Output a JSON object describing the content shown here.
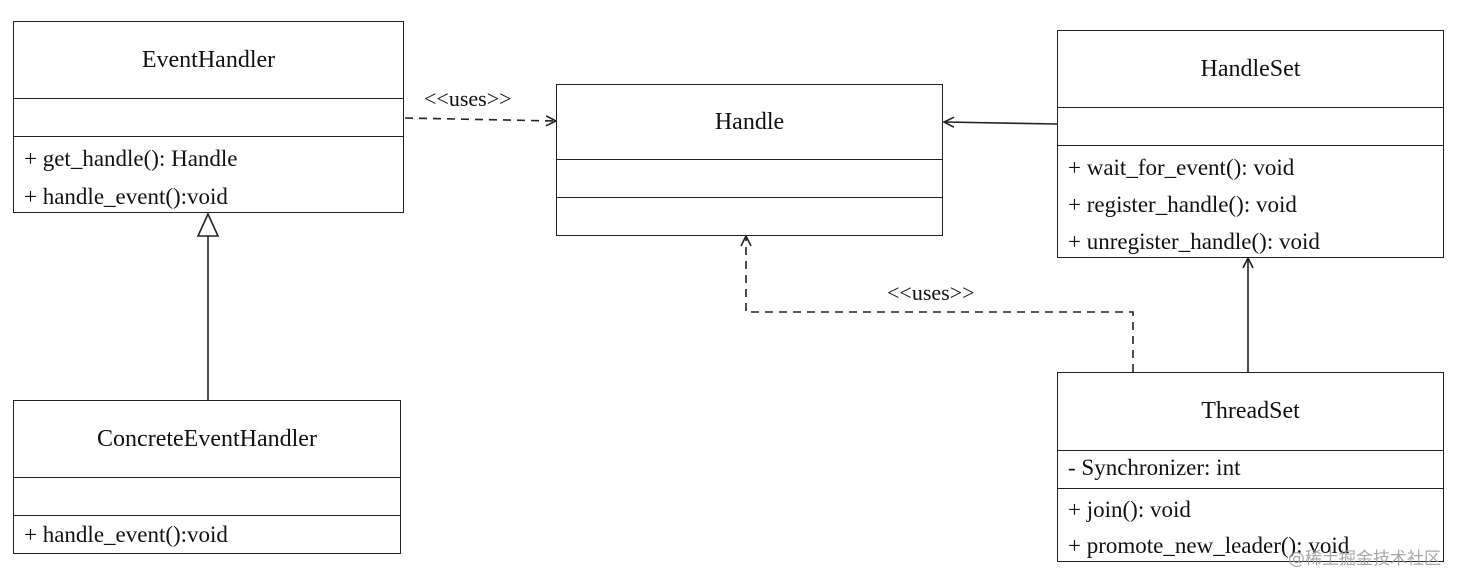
{
  "classes": {
    "event_handler": {
      "name": "EventHandler",
      "attributes": [],
      "operations": [
        "+ get_handle(): Handle",
        "+ handle_event():void"
      ]
    },
    "handle": {
      "name": "Handle",
      "attributes": [],
      "operations": []
    },
    "handle_set": {
      "name": "HandleSet",
      "attributes": [],
      "operations": [
        "+ wait_for_event(): void",
        "+ register_handle(): void",
        "+ unregister_handle(): void"
      ]
    },
    "concrete_event_handler": {
      "name": "ConcreteEventHandler",
      "attributes": [],
      "operations": [
        "+ handle_event():void"
      ]
    },
    "thread_set": {
      "name": "ThreadSet",
      "attributes": [
        "- Synchronizer: int"
      ],
      "operations": [
        "+ join(): void",
        "+ promote_new_leader(): void"
      ]
    }
  },
  "relations": [
    {
      "from": "EventHandler",
      "to": "Handle",
      "kind": "dependency",
      "label": "<<uses>>"
    },
    {
      "from": "ThreadSet",
      "to": "Handle",
      "kind": "dependency",
      "label": "<<uses>>"
    },
    {
      "from": "HandleSet",
      "to": "Handle",
      "kind": "association"
    },
    {
      "from": "ConcreteEventHandler",
      "to": "EventHandler",
      "kind": "generalization"
    },
    {
      "from": "ThreadSet",
      "to": "HandleSet",
      "kind": "association"
    }
  ],
  "watermark": "@稀土掘金技术社区"
}
